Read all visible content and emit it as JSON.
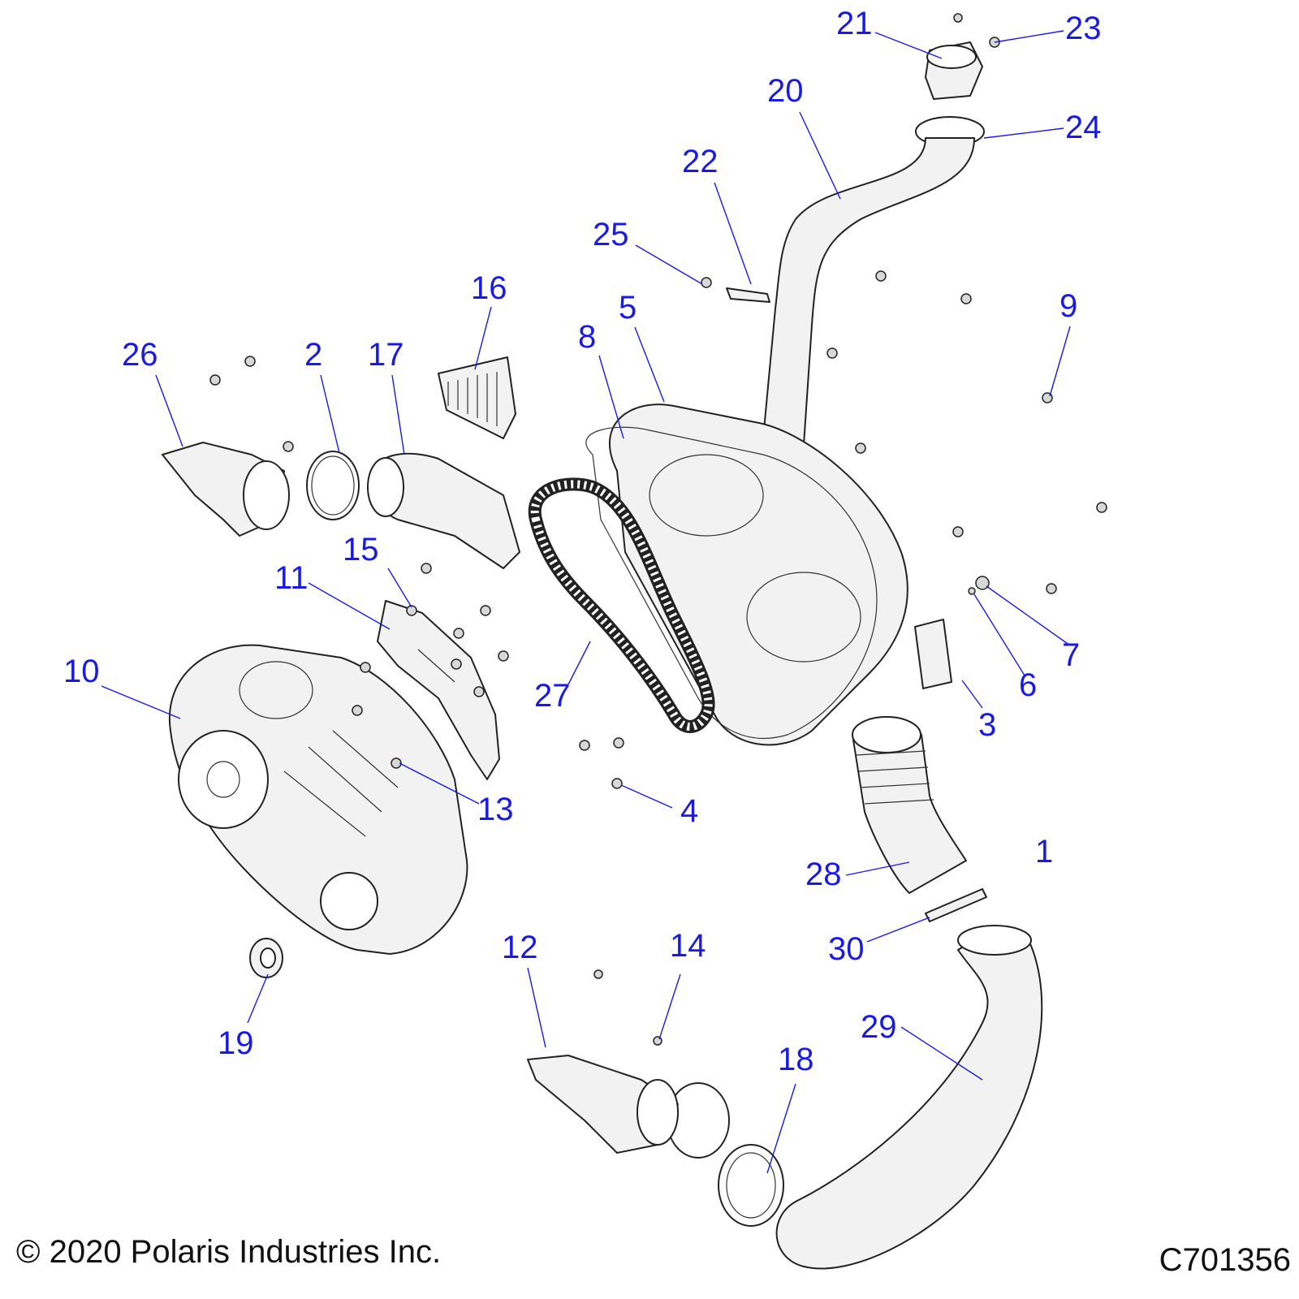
{
  "callouts": [
    {
      "id": "1",
      "label": "1"
    },
    {
      "id": "2",
      "label": "2"
    },
    {
      "id": "3",
      "label": "3"
    },
    {
      "id": "4",
      "label": "4"
    },
    {
      "id": "5",
      "label": "5"
    },
    {
      "id": "6",
      "label": "6"
    },
    {
      "id": "7",
      "label": "7"
    },
    {
      "id": "8",
      "label": "8"
    },
    {
      "id": "9",
      "label": "9"
    },
    {
      "id": "10",
      "label": "10"
    },
    {
      "id": "11",
      "label": "11"
    },
    {
      "id": "12",
      "label": "12"
    },
    {
      "id": "13",
      "label": "13"
    },
    {
      "id": "14",
      "label": "14"
    },
    {
      "id": "15",
      "label": "15"
    },
    {
      "id": "16",
      "label": "16"
    },
    {
      "id": "17",
      "label": "17"
    },
    {
      "id": "18",
      "label": "18"
    },
    {
      "id": "19",
      "label": "19"
    },
    {
      "id": "20",
      "label": "20"
    },
    {
      "id": "21",
      "label": "21"
    },
    {
      "id": "22",
      "label": "22"
    },
    {
      "id": "23",
      "label": "23"
    },
    {
      "id": "24",
      "label": "24"
    },
    {
      "id": "25",
      "label": "25"
    },
    {
      "id": "26",
      "label": "26"
    },
    {
      "id": "27",
      "label": "27"
    },
    {
      "id": "28",
      "label": "28"
    },
    {
      "id": "29",
      "label": "29"
    },
    {
      "id": "30",
      "label": "30"
    }
  ],
  "footer": {
    "copyright": "© 2020 Polaris Industries Inc.",
    "figure_id": "C701356"
  }
}
